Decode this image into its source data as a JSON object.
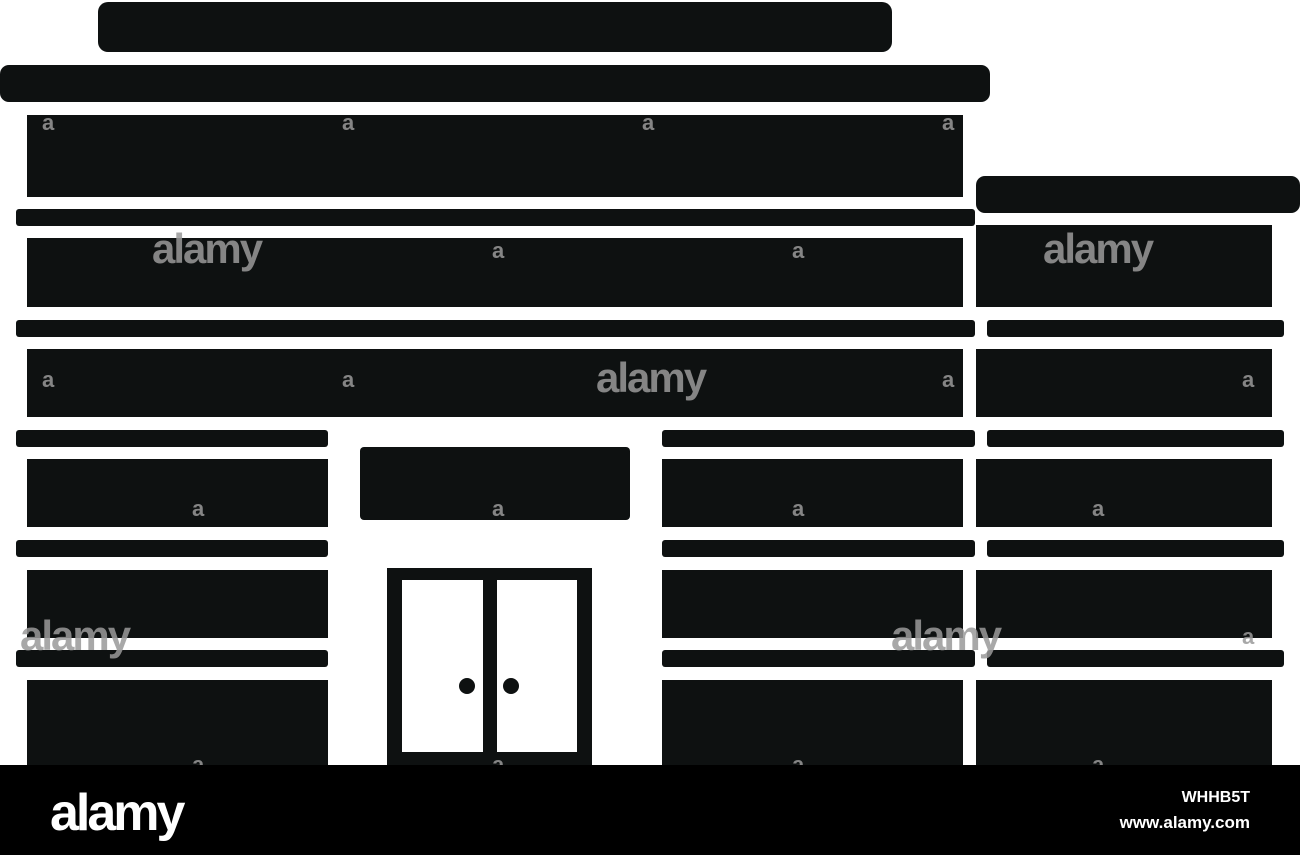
{
  "watermark": {
    "brand": "alamy",
    "mark": "a"
  },
  "footer": {
    "logo": "alamy",
    "image_id": "WHHB5T",
    "url": "www.alamy.com"
  },
  "colors": {
    "ink": "#0e1111",
    "background": "#ffffff",
    "footer": "#000000",
    "watermark": "#9a9a9a"
  },
  "icons": [
    "building-icon",
    "double-door-icon"
  ]
}
